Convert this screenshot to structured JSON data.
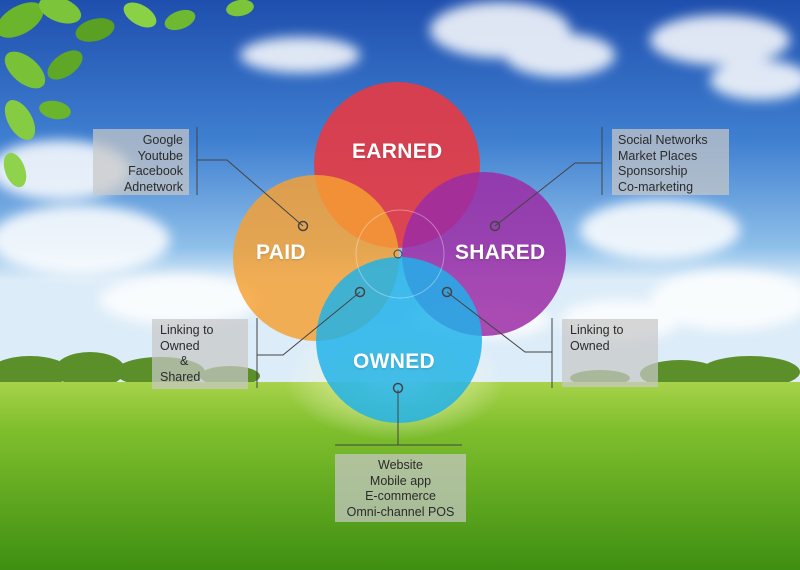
{
  "circles": {
    "earned": {
      "label": "EARNED",
      "color": "#e23b46"
    },
    "paid": {
      "label": "PAID",
      "color": "#f5a033"
    },
    "shared": {
      "label": "SHARED",
      "color": "#9b2ca6"
    },
    "owned": {
      "label": "OWNED",
      "color": "#1fb1ea"
    }
  },
  "paid_box": [
    "Google",
    "Youtube",
    "Facebook",
    "Adnetwork"
  ],
  "shared_box": [
    "Social Networks",
    "Market Places",
    "Sponsorship",
    "Co-marketing"
  ],
  "paid_overlap_box": [
    "Linking to",
    "Owned",
    "&",
    "Shared"
  ],
  "shared_overlap_box": [
    "Linking to",
    "Owned"
  ],
  "owned_box": [
    "Website",
    "Mobile app",
    "E-commerce",
    "Omni-channel POS"
  ]
}
